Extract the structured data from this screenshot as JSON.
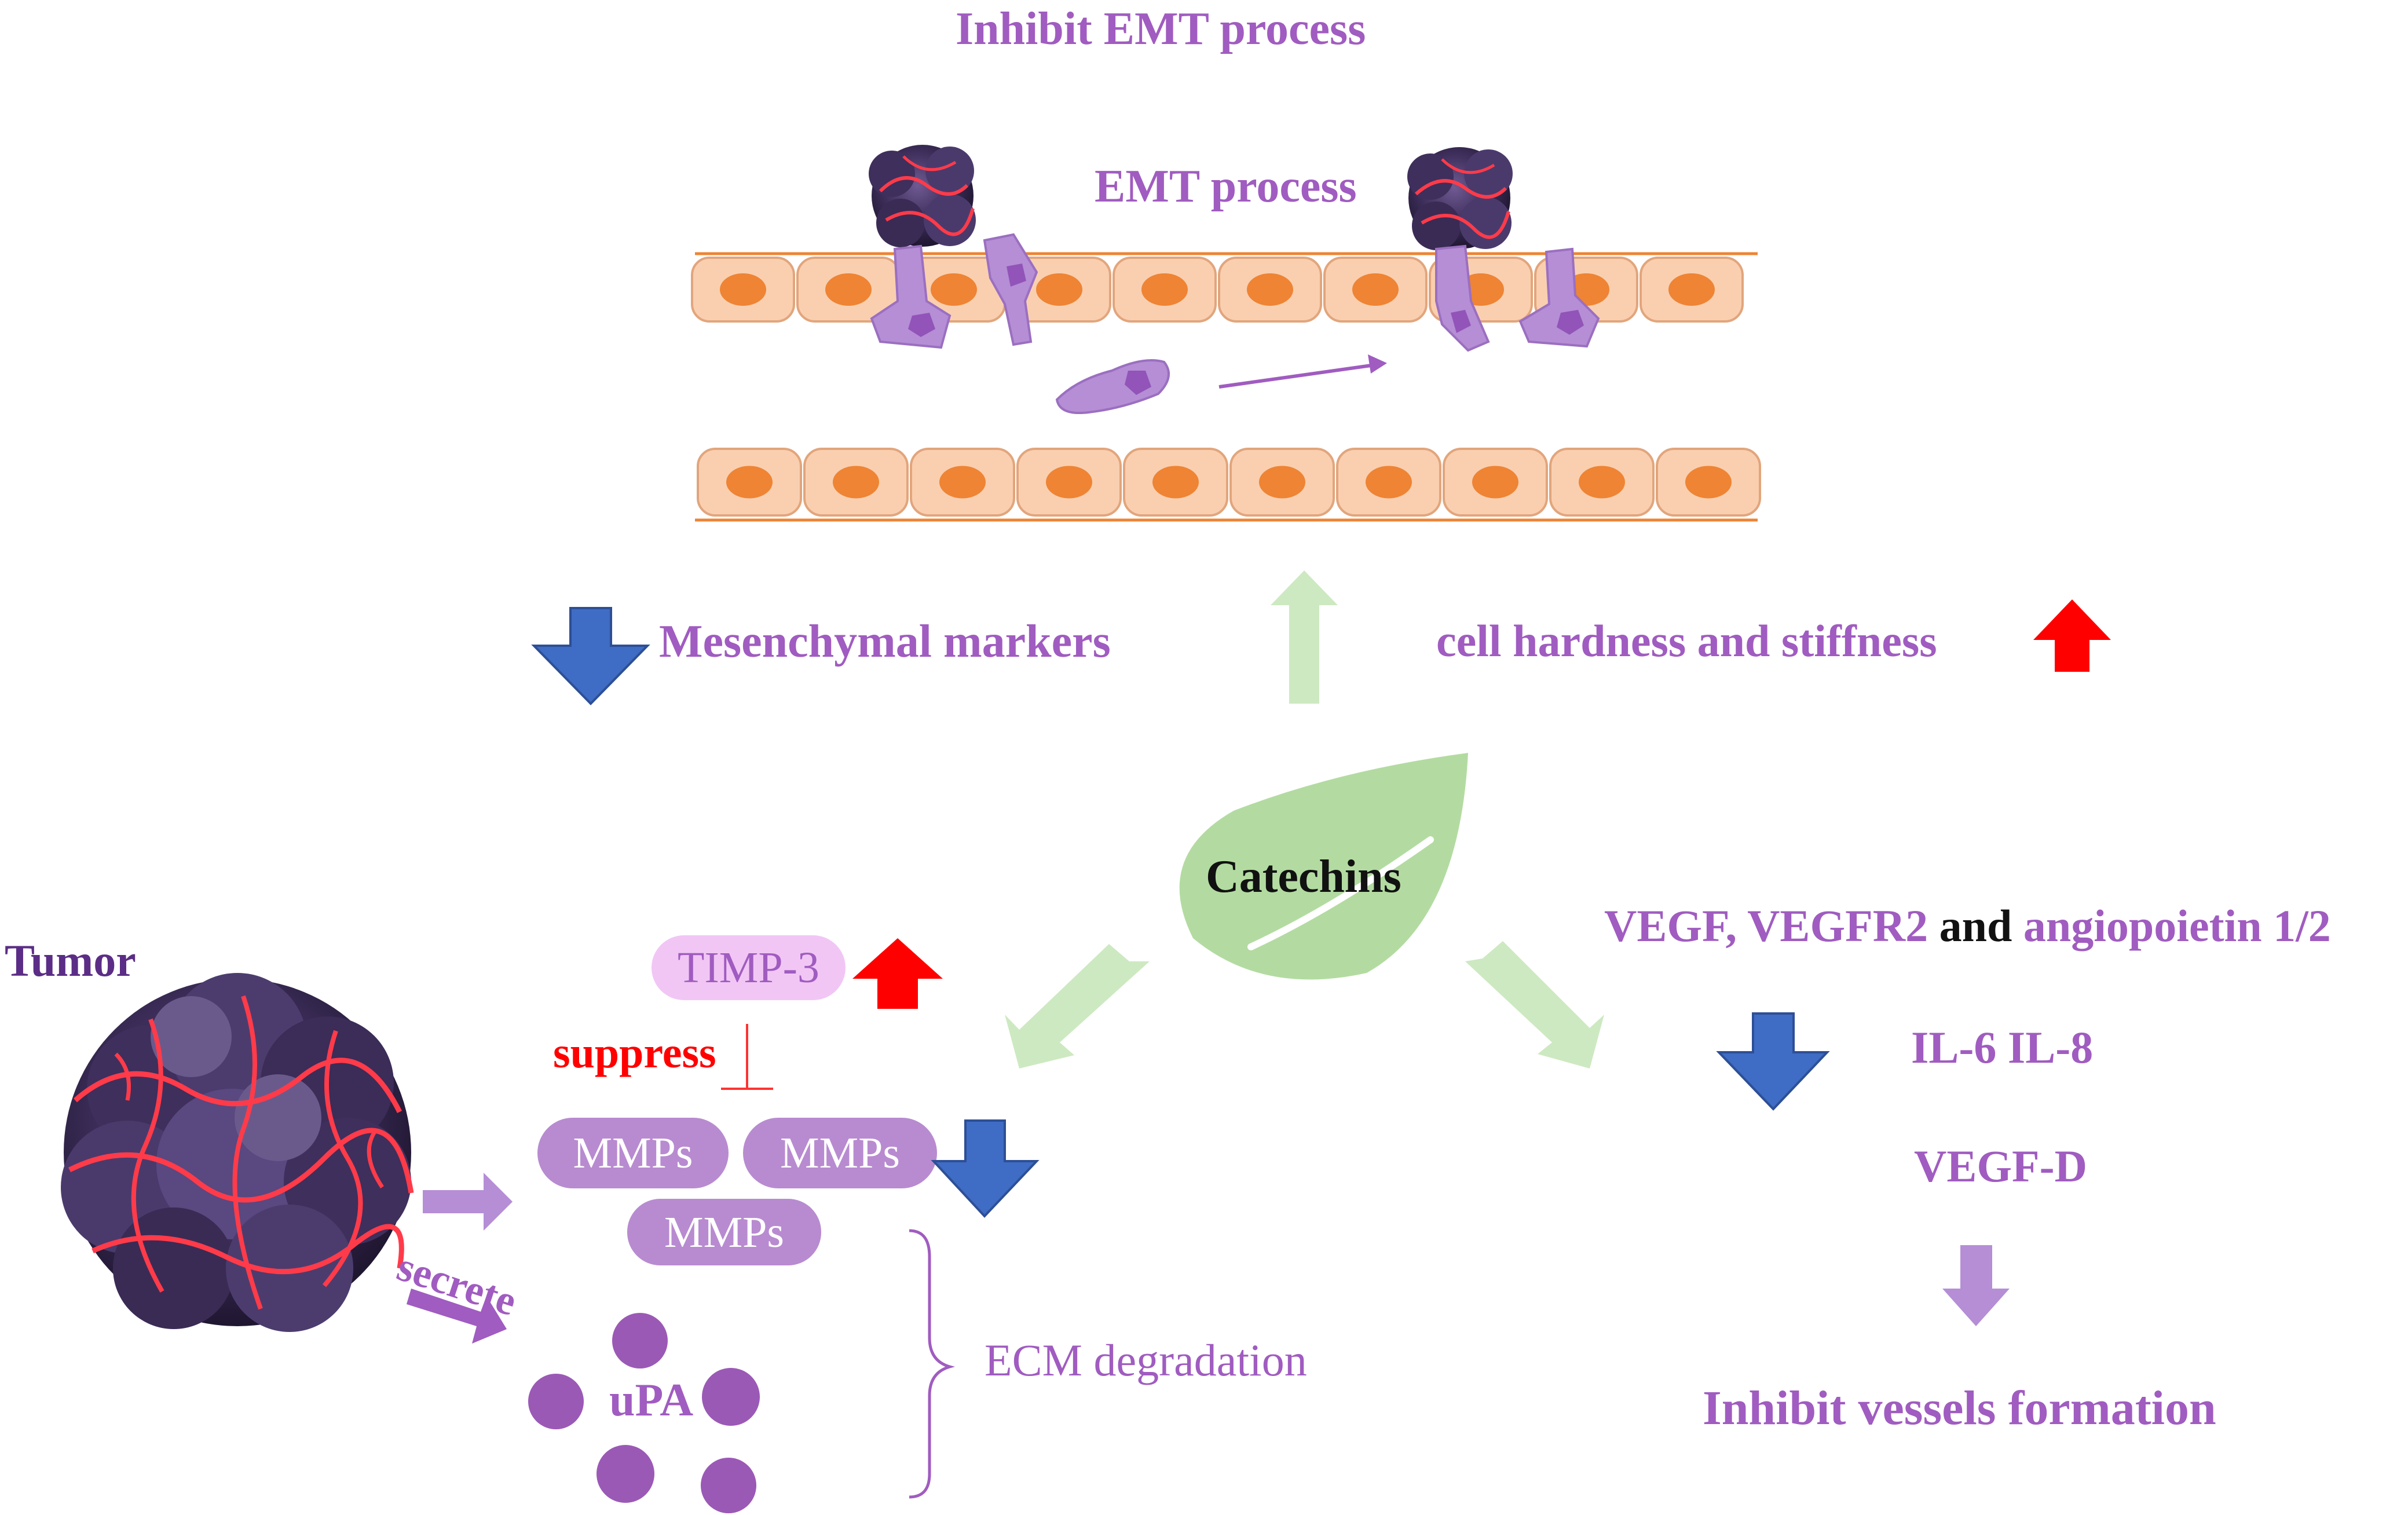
{
  "title": "Inhibit EMT process",
  "emt": {
    "label": "EMT process"
  },
  "markers": {
    "mesenchymal": "Mesenchymal markers",
    "hardness": "cell hardness and stiffness"
  },
  "center": {
    "label": "Catechins"
  },
  "tumor": {
    "label": "Tumor",
    "secrete": "secrete"
  },
  "left_branch": {
    "timp": "TIMP-3",
    "suppress": "suppress",
    "mmps": [
      "MMPs",
      "MMPs",
      "MMPs"
    ],
    "upa": "uPA",
    "ecm": "ECM degradation"
  },
  "right_branch": {
    "vegf_part1": "VEGF, VEGFR2",
    "vegf_and": "and",
    "vegf_part2": "angiopoietin 1/2",
    "il": "IL-6 IL-8",
    "vegfd": "VEGF-D",
    "result": "Inhibit vessels formation"
  },
  "colors": {
    "text_purple": "#a05cc0",
    "tumor_label": "#5b2d86",
    "down_arrow_blue": "#3f6cc4",
    "up_arrow_red": "#ff0000",
    "leaf_green": "#b3dba1",
    "cell_fill": "#f9cfb0",
    "nucleus": "#ee8434",
    "mmp_pill": "#b88bd0",
    "timp_pill": "#f1c6f5",
    "upa_dot": "#9b59b6"
  }
}
